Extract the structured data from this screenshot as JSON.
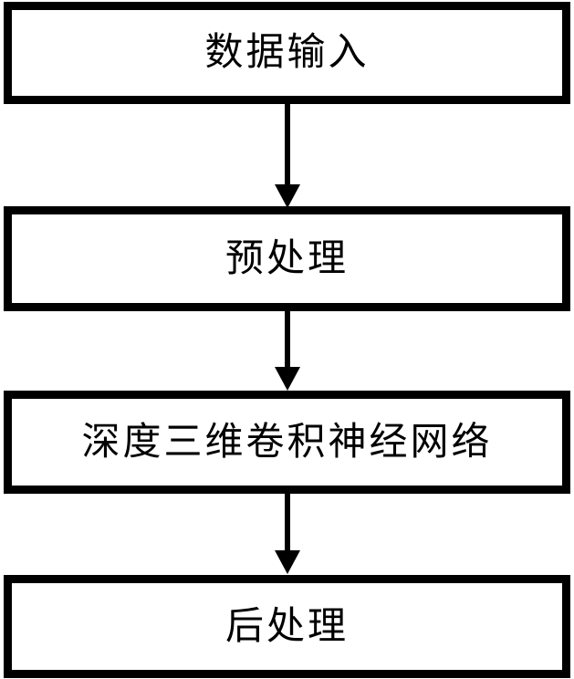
{
  "diagram": {
    "title": "flowchart",
    "background_color": "#ffffff",
    "line_color": "#000000",
    "nodes": [
      {
        "id": "data-input",
        "label": "数据输入"
      },
      {
        "id": "preprocessing",
        "label": "预处理"
      },
      {
        "id": "deep-3d-cnn",
        "label": "深度三维卷积神经网络"
      },
      {
        "id": "postprocessing",
        "label": "后处理"
      }
    ],
    "edges": [
      {
        "from": "data-input",
        "to": "preprocessing",
        "type": "arrow-down"
      },
      {
        "from": "preprocessing",
        "to": "deep-3d-cnn",
        "type": "arrow-down"
      },
      {
        "from": "deep-3d-cnn",
        "to": "postprocessing",
        "type": "arrow-down"
      }
    ]
  }
}
